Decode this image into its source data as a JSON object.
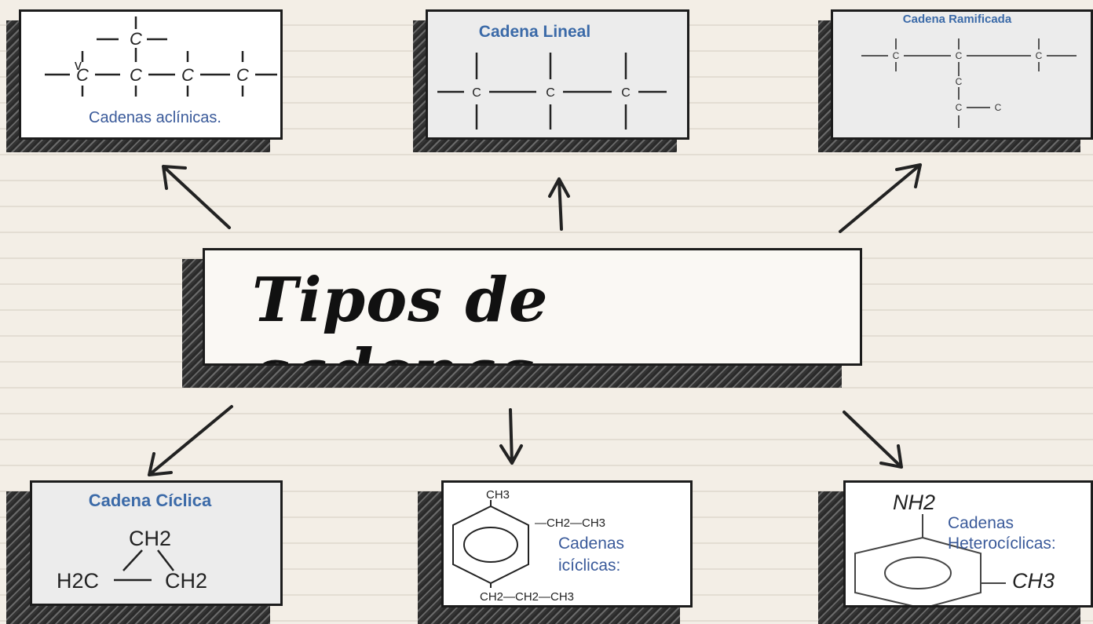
{
  "main_title": "Tipos de cadenas",
  "cards": {
    "aciclicas": {
      "label": "Cadenas aclínicas.",
      "stray_mark": "v",
      "atom": "C"
    },
    "lineal": {
      "title": "Cadena Lineal",
      "atom": "C"
    },
    "ramificada": {
      "title": "Cadena Ramificada",
      "atom": "C"
    },
    "ciclica": {
      "title": "Cadena Cíclica",
      "top_group": "CH2",
      "left_group": "H2C",
      "right_group": "CH2"
    },
    "aciclica_aromatic": {
      "label_line1": "Cadenas",
      "label_line2": "icíclicas:",
      "top_group": "CH3",
      "right_group": "—CH2—CH3",
      "bottom_group": "CH2—CH2—CH3"
    },
    "heterociclicas": {
      "label_line1": "Cadenas",
      "label_line2": "Heterocíclicas:",
      "top_group": "NH2",
      "right_group": "CH3"
    }
  },
  "colors": {
    "label_blue": "#3a5a9a",
    "title_blue": "#3b6aa8",
    "ink": "#1c1c1c"
  }
}
